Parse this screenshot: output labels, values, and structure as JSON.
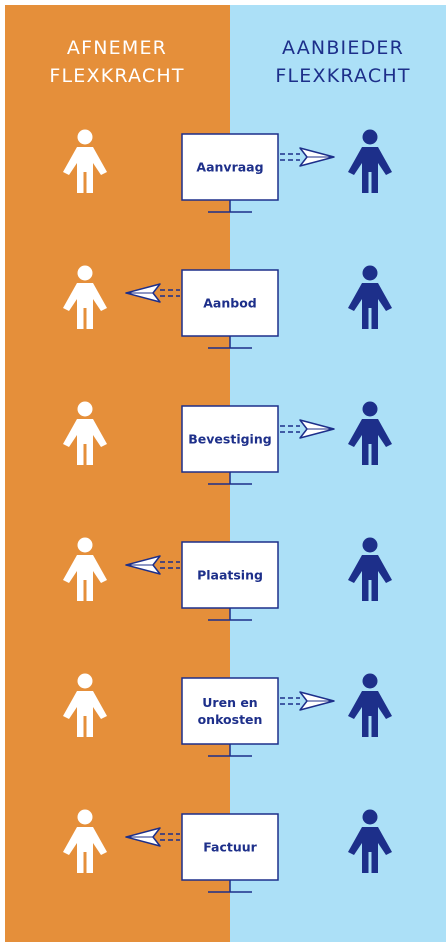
{
  "colors": {
    "left_bg": "#e58f3a",
    "right_bg": "#ace0f7",
    "left_text": "#ffffff",
    "right_text": "#1d2f8a",
    "person_left": "#ffffff",
    "person_right": "#1d2f8a",
    "monitor_stroke": "#1d2f8a",
    "monitor_fill": "#ffffff"
  },
  "columns": {
    "left": {
      "line1": "AFNEMER",
      "line2": "FLEXKRACHT",
      "person_icon": "person-icon"
    },
    "right": {
      "line1": "AANBIEDER",
      "line2": "FLEXKRACHT",
      "person_icon": "person-icon"
    }
  },
  "steps": [
    {
      "lines": [
        "Aanvraag"
      ],
      "direction": "to-aanbieder",
      "icon": "paper-plane-icon"
    },
    {
      "lines": [
        "Aanbod"
      ],
      "direction": "to-afnemer",
      "icon": "paper-plane-icon"
    },
    {
      "lines": [
        "Bevestiging"
      ],
      "direction": "to-aanbieder",
      "icon": "paper-plane-icon"
    },
    {
      "lines": [
        "Plaatsing"
      ],
      "direction": "to-afnemer",
      "icon": "paper-plane-icon"
    },
    {
      "lines": [
        "Uren en",
        "onkosten"
      ],
      "direction": "to-aanbieder",
      "icon": "paper-plane-icon"
    },
    {
      "lines": [
        "Factuur"
      ],
      "direction": "to-afnemer",
      "icon": "paper-plane-icon"
    }
  ]
}
